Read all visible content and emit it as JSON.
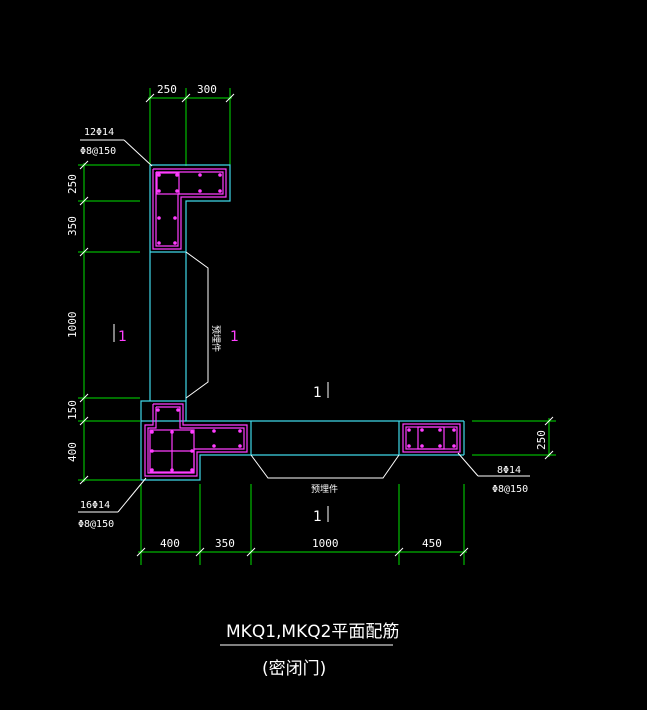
{
  "drawing": {
    "top_dims": [
      "250",
      "300"
    ],
    "left_dims": [
      "250",
      "350",
      "1000",
      "150",
      "400"
    ],
    "bottom_dims": [
      "400",
      "350",
      "1000",
      "450"
    ],
    "right_dim": "250",
    "callout_top": {
      "line1": "12Φ14",
      "line2": "Φ8@150"
    },
    "callout_bottom_left": {
      "line1": "16Φ14",
      "line2": "Φ8@150"
    },
    "callout_bottom_right": {
      "line1": "8Φ14",
      "line2": "Φ8@150"
    },
    "section_mark": "1",
    "embed_label": "预埋件",
    "title": "MKQ1,MKQ2平面配筋",
    "subtitle": "(密闭门)"
  },
  "colors": {
    "background": "#000000",
    "dimension": "#00e000",
    "outline": "#3fd8e8",
    "rebar": "#ff3cff",
    "text": "#ffffff"
  }
}
